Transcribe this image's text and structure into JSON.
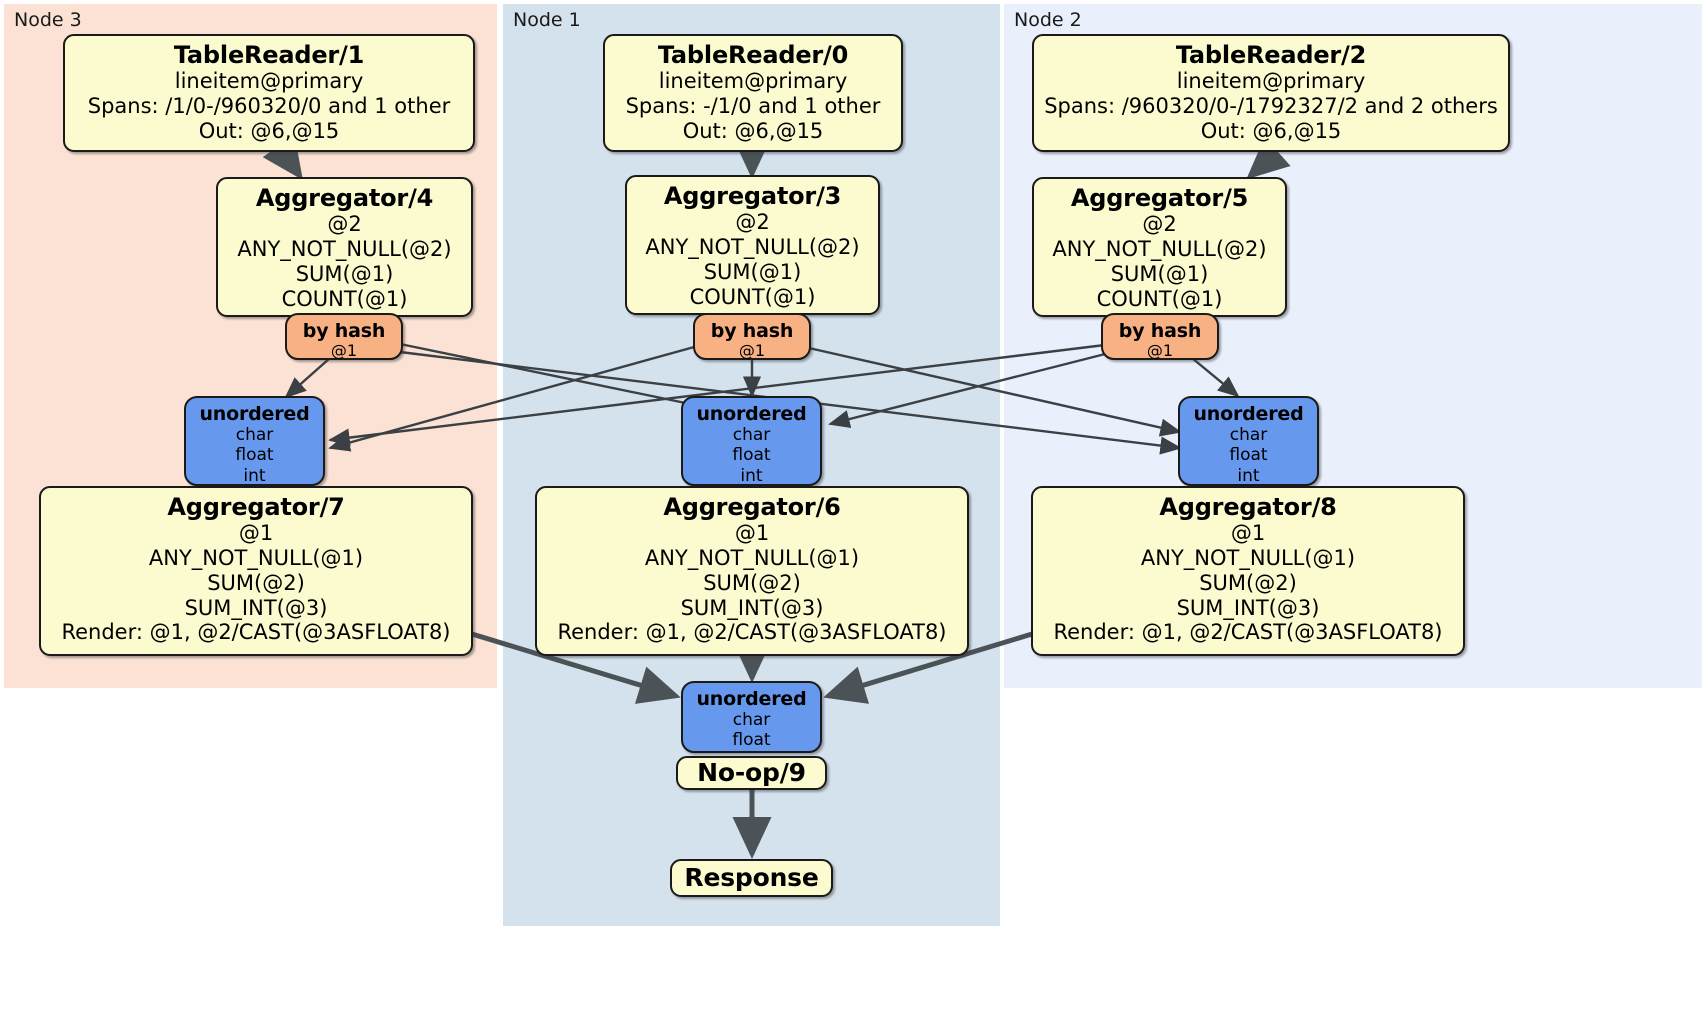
{
  "diagram": {
    "kind": "distributed-query-plan",
    "colors": {
      "node3_panel": "#fbe2d5",
      "node1_panel": "#d4e2ee",
      "node2_panel": "#eaf0fb",
      "processor_fill": "#fbfbcf",
      "router_fill": "#f7b183",
      "synchronizer_fill": "#6699ee",
      "edge_stroke": "#4c5356",
      "stream_stroke": "#333b3e",
      "border": "#1a1a1a"
    }
  },
  "panels": [
    {
      "id": "node3",
      "label": "Node 3"
    },
    {
      "id": "node1",
      "label": "Node 1"
    },
    {
      "id": "node2",
      "label": "Node 2"
    }
  ],
  "nodes": {
    "table_reader_1": {
      "title": "TableReader/1",
      "lines": [
        "lineitem@primary",
        "Spans: /1/0-/960320/0 and 1 other",
        "Out: @6,@15"
      ]
    },
    "table_reader_0": {
      "title": "TableReader/0",
      "lines": [
        "lineitem@primary",
        "Spans: -/1/0 and 1 other",
        "Out: @6,@15"
      ]
    },
    "table_reader_2": {
      "title": "TableReader/2",
      "lines": [
        "lineitem@primary",
        "Spans: /960320/0-/1792327/2 and 2 others",
        "Out: @6,@15"
      ]
    },
    "aggregator_4": {
      "title": "Aggregator/4",
      "lines": [
        "@2",
        "ANY_NOT_NULL(@2)",
        "SUM(@1)",
        "COUNT(@1)"
      ]
    },
    "aggregator_3": {
      "title": "Aggregator/3",
      "lines": [
        "@2",
        "ANY_NOT_NULL(@2)",
        "SUM(@1)",
        "COUNT(@1)"
      ]
    },
    "aggregator_5": {
      "title": "Aggregator/5",
      "lines": [
        "@2",
        "ANY_NOT_NULL(@2)",
        "SUM(@1)",
        "COUNT(@1)"
      ]
    },
    "router_4": {
      "title": "by hash",
      "lines": [
        "@1"
      ]
    },
    "router_3": {
      "title": "by hash",
      "lines": [
        "@1"
      ]
    },
    "router_5": {
      "title": "by hash",
      "lines": [
        "@1"
      ]
    },
    "sync_7": {
      "title": "unordered",
      "lines": [
        "char",
        "float",
        "int"
      ]
    },
    "sync_6": {
      "title": "unordered",
      "lines": [
        "char",
        "float",
        "int"
      ]
    },
    "sync_8": {
      "title": "unordered",
      "lines": [
        "char",
        "float",
        "int"
      ]
    },
    "aggregator_7": {
      "title": "Aggregator/7",
      "lines": [
        "@1",
        "ANY_NOT_NULL(@1)",
        "SUM(@2)",
        "SUM_INT(@3)",
        "Render: @1, @2/CAST(@3ASFLOAT8)"
      ]
    },
    "aggregator_6": {
      "title": "Aggregator/6",
      "lines": [
        "@1",
        "ANY_NOT_NULL(@1)",
        "SUM(@2)",
        "SUM_INT(@3)",
        "Render: @1, @2/CAST(@3ASFLOAT8)"
      ]
    },
    "aggregator_8": {
      "title": "Aggregator/8",
      "lines": [
        "@1",
        "ANY_NOT_NULL(@1)",
        "SUM(@2)",
        "SUM_INT(@3)",
        "Render: @1, @2/CAST(@3ASFLOAT8)"
      ]
    },
    "sync_final": {
      "title": "unordered",
      "lines": [
        "char",
        "float"
      ]
    },
    "noop_9": {
      "title": "No-op/9",
      "lines": []
    },
    "response": {
      "title": "Response",
      "lines": []
    }
  }
}
